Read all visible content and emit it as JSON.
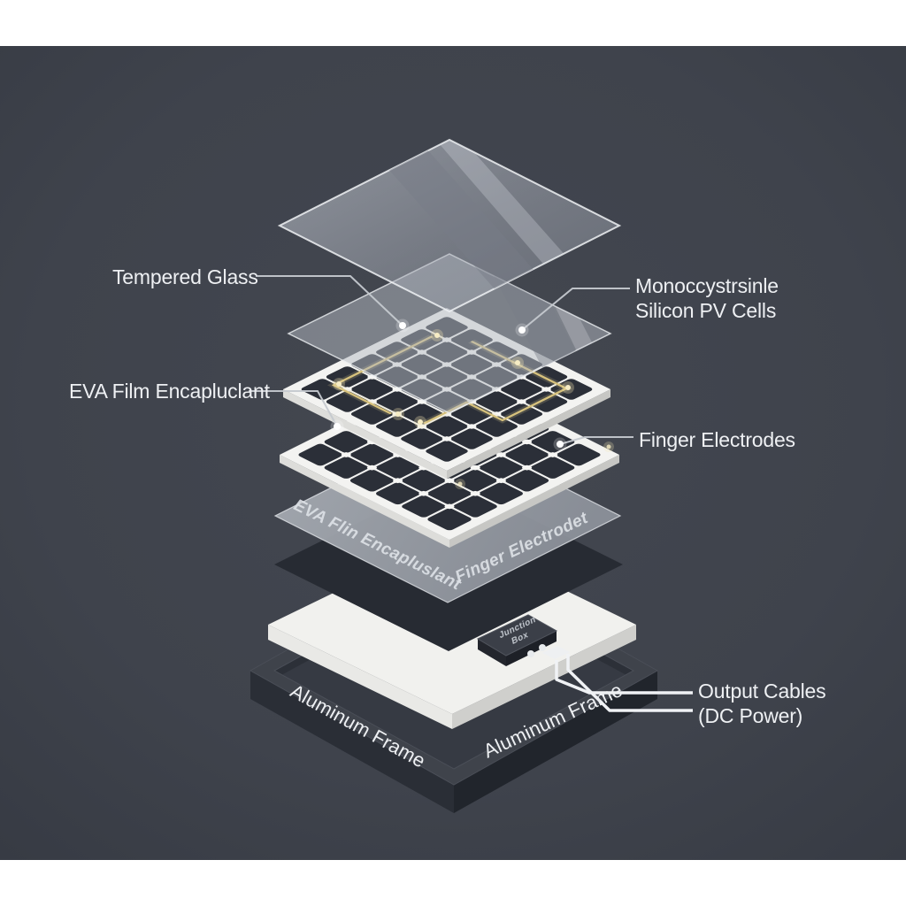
{
  "labels": {
    "tempered_glass": "Tempered Glass",
    "silicon_cells_line1": "Monoccystrsinle",
    "silicon_cells_line2": "Silicon PV Cells",
    "eva_film": "EVA Film Encapluclant",
    "finger_electrodes": "Finger Electrodes",
    "output_cables_line1": "Output Cables",
    "output_cables_line2": "(DC Power)",
    "aluminum_frame_left": "Aluminum Frame",
    "aluminum_frame_right": "Aluminum Frame"
  },
  "layer_texts": {
    "eva_sheet": "EVA Flin Encapluslant",
    "finger_sheet": "Finger Electrodet",
    "junction_line1": "Junction",
    "junction_line2": "Box"
  },
  "panels": {
    "grid_rows": 6,
    "grid_cols": 6
  },
  "colors": {
    "background": "#3f434c",
    "page_margin": "#ffffff",
    "glass": "#b0b5bf",
    "cell": "#2b2f38",
    "board_base": "#f3f3f1",
    "gold_trace": "#d6c17c",
    "eva_sheet": "#9aa0a8",
    "backsheet_dark": "#272b33",
    "backsheet_white": "#f1f1ee",
    "frame_top": "#3f434b",
    "label_text": "#eef0f3",
    "leader_line": "#c5c9cf"
  }
}
